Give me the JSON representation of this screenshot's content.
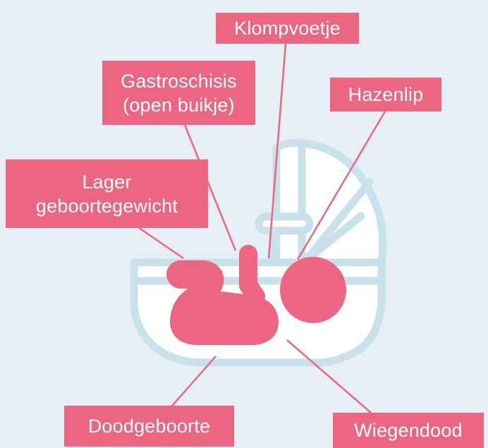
{
  "colors": {
    "background": "#e6eef6",
    "label_fill": "#ec6682",
    "label_text": "#ffffff",
    "bassinet_outline": "#c8e1ea",
    "bassinet_fill": "#ffffff",
    "baby_fill": "#ec6682",
    "leader_lines": "#ec6682"
  },
  "icons": {
    "bassinet": "bassinet-icon",
    "baby": "baby-icon"
  },
  "labels": {
    "klompvoetje": "Klompvoetje",
    "gastroschisis_line1": "Gastroschisis",
    "gastroschisis_line2": "(open buikje)",
    "hazenlip": "Hazenlip",
    "lager_line1": "Lager",
    "lager_line2": "geboortegewicht",
    "doodgeboorte": "Doodgeboorte",
    "wiegendood": "Wiegendood"
  }
}
